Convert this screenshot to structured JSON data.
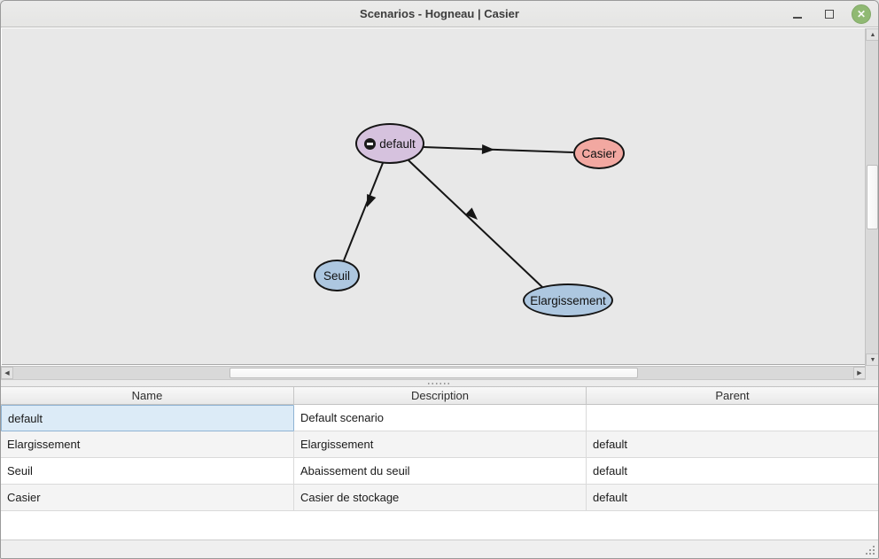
{
  "window": {
    "title": "Scenarios - Hogneau | Casier"
  },
  "icons": {
    "close": "✕",
    "up_arrow": "▲",
    "down_arrow": "▼",
    "left_arrow": "◀",
    "right_arrow": "▶"
  },
  "colors": {
    "canvas_bg": "#e8e8e8",
    "edge_color": "#151515",
    "close_button_green": "#90b973",
    "selected_cell_bg": "#dcebf7",
    "selected_cell_border": "#8fb3d3"
  },
  "graph": {
    "nodes": [
      {
        "label": "default",
        "fill": "#d6c2de",
        "icon": "minus-circle-icon"
      },
      {
        "label": "Casier",
        "fill": "#f2a8a1"
      },
      {
        "label": "Seuil",
        "fill": "#adc7e0"
      },
      {
        "label": "Elargissement",
        "fill": "#adc7e0"
      }
    ],
    "edges": [
      {
        "from": "default",
        "to": "Casier"
      },
      {
        "from": "default",
        "to": "Seuil"
      },
      {
        "from": "default",
        "to": "Elargissement"
      }
    ]
  },
  "table": {
    "columns": [
      "Name",
      "Description",
      "Parent"
    ],
    "rows": [
      {
        "name": "default",
        "description": "Default scenario",
        "parent": "",
        "selected": true
      },
      {
        "name": "Elargissement",
        "description": "Elargissement",
        "parent": "default"
      },
      {
        "name": "Seuil",
        "description": "Abaissement du seuil",
        "parent": "default"
      },
      {
        "name": "Casier",
        "description": "Casier de stockage",
        "parent": "default"
      }
    ]
  }
}
